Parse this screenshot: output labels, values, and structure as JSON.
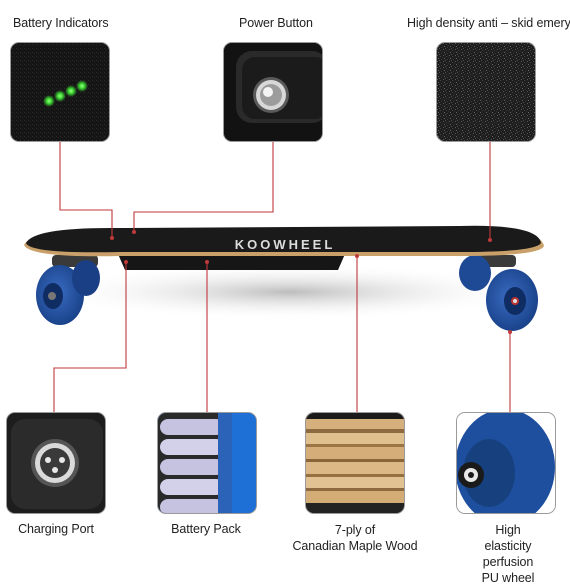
{
  "features": {
    "battery_indicators": "Battery Indicators",
    "power_button": "Power Button",
    "grip_tape": "High density anti – skid emery",
    "charging_port": "Charging Port",
    "battery_pack": "Battery Pack",
    "maple_wood": "7-ply of\nCanadian Maple Wood",
    "pu_wheel": "High elasticity\nperfusion PU wheel"
  },
  "board": {
    "brand_text": "KOOWHEEL"
  },
  "colors": {
    "callout_line": "#c0393b",
    "wheel": "#1f4f9c",
    "deck_edge": "#c9a06a",
    "led": "#43e43a"
  }
}
